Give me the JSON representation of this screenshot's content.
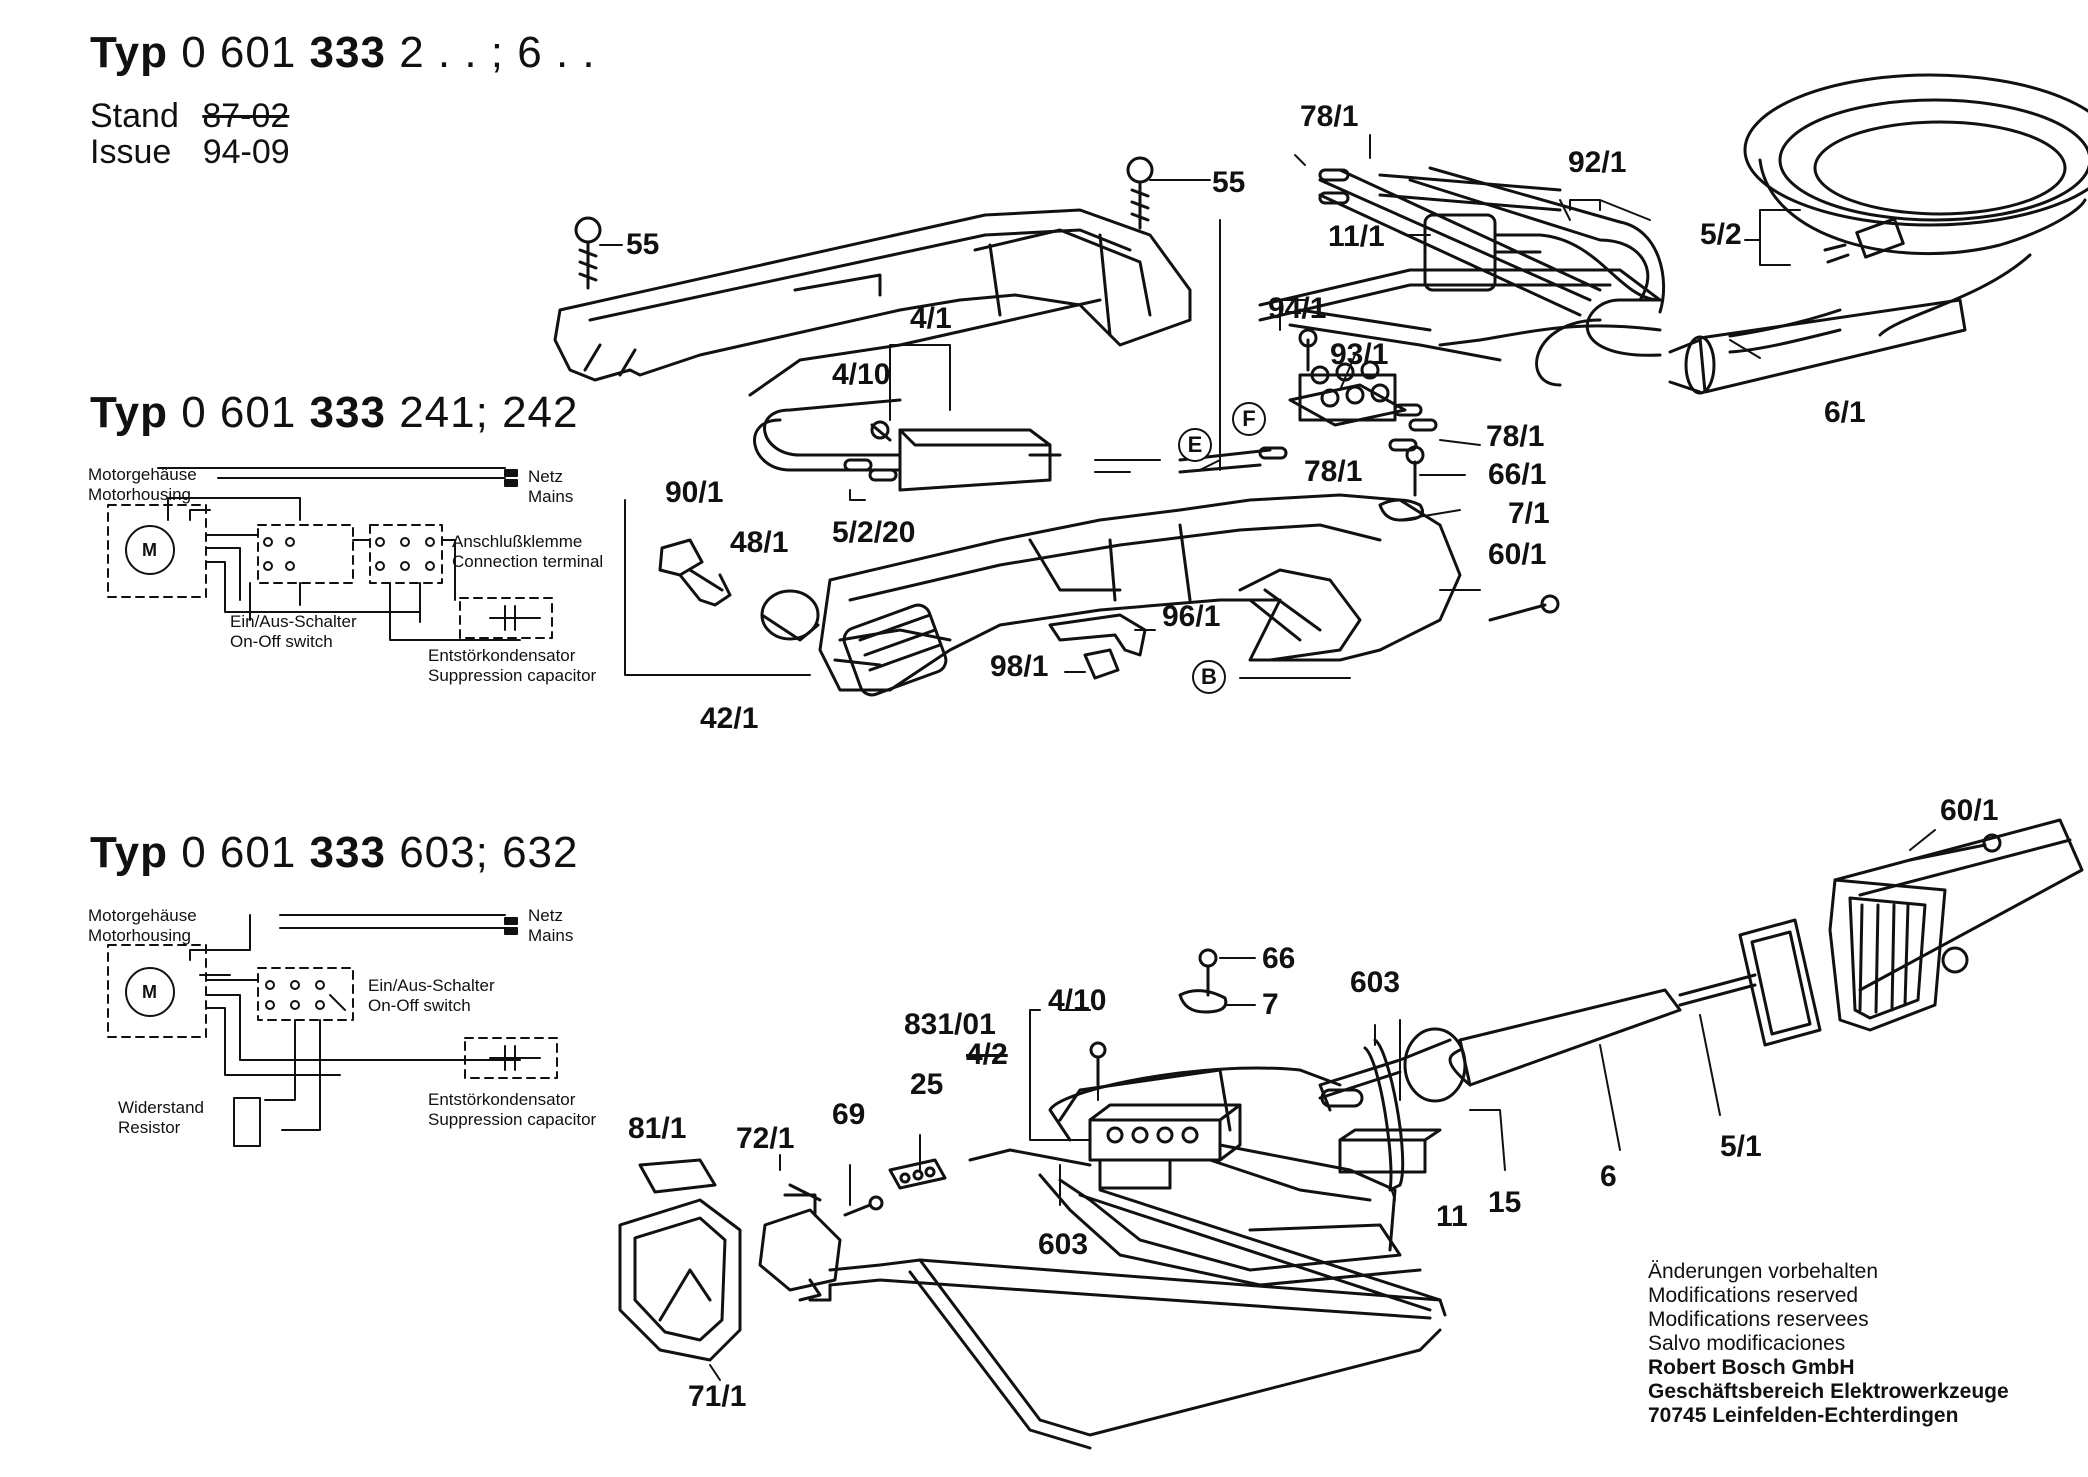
{
  "header": {
    "type_word": "Typ",
    "type_code_prefix": "0 601",
    "type_code_main": "333",
    "type_variants": "2 . . ; 6 . .",
    "stand_label": "Stand",
    "stand_value": "87-02",
    "issue_label": "Issue",
    "issue_value": "94-09"
  },
  "sections": [
    {
      "type_word": "Typ",
      "prefix": "0 601",
      "main": "333",
      "variants": "241; 242"
    },
    {
      "type_word": "Typ",
      "prefix": "0 601",
      "main": "333",
      "variants": "603; 632"
    }
  ],
  "wiring1": {
    "motor": "M",
    "housing_de": "Motorgehäuse",
    "housing_en": "Motorhousing",
    "mains_de": "Netz",
    "mains_en": "Mains",
    "terminal_de": "Anschlußklemme",
    "terminal_en": "Connection terminal",
    "switch_de": "Ein/Aus-Schalter",
    "switch_en": "On-Off switch",
    "capacitor_de": "Entstörkondensator",
    "capacitor_en": "Suppression capacitor"
  },
  "wiring2": {
    "motor": "M",
    "housing_de": "Motorgehäuse",
    "housing_en": "Motorhousing",
    "mains_de": "Netz",
    "mains_en": "Mains",
    "switch_de": "Ein/Aus-Schalter",
    "switch_en": "On-Off switch",
    "capacitor_de": "Entstörkondensator",
    "capacitor_en": "Suppression capacitor",
    "resistor_de": "Widerstand",
    "resistor_en": "Resistor"
  },
  "parts_top": [
    "55",
    "55",
    "78/1",
    "92/1",
    "11/1",
    "5/2",
    "4/1",
    "94/1",
    "93/1",
    "4/10",
    "6/1",
    "78/1",
    "78/1",
    "66/1",
    "7/1",
    "90/1",
    "48/1",
    "5/2/20",
    "60/1",
    "96/1",
    "98/1",
    "42/1"
  ],
  "markers": [
    "E",
    "F",
    "B"
  ],
  "parts_bottom": [
    "60/1",
    "66",
    "603",
    "7",
    "4/10",
    "831/01",
    "4/2",
    "25",
    "69",
    "81/1",
    "72/1",
    "603",
    "6",
    "5/1",
    "11",
    "15",
    "71/1"
  ],
  "footer": {
    "line1": "Änderungen vorbehalten",
    "line2": "Modifications reserved",
    "line3": "Modifications reservees",
    "line4": "Salvo modificaciones",
    "company": "Robert Bosch GmbH",
    "division": "Geschäftsbereich Elektrowerkzeuge",
    "address": "70745 Leinfelden-Echterdingen"
  }
}
